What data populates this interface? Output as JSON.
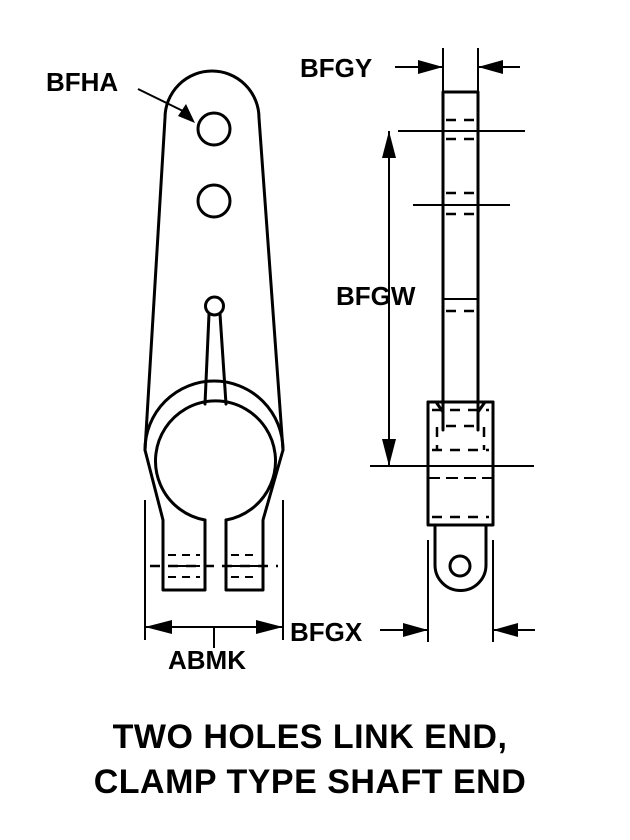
{
  "labels": {
    "bfha": "BFHA",
    "bfgy": "BFGY",
    "bfgw": "BFGW",
    "bfgx": "BFGX",
    "abmk": "ABMK"
  },
  "caption": {
    "line1": "TWO HOLES LINK END,",
    "line2": "CLAMP TYPE SHAFT END"
  }
}
